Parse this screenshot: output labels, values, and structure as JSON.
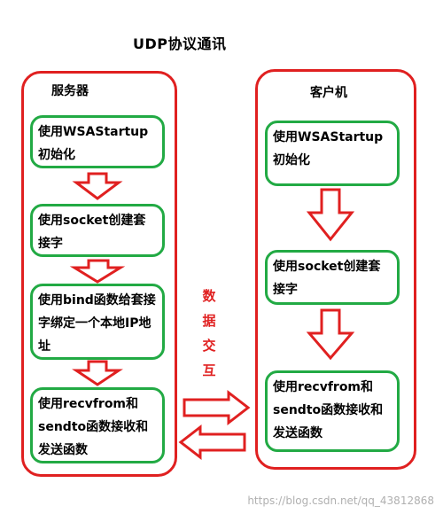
{
  "title": "UDP协议通讯",
  "server": {
    "label": "服务器",
    "steps": [
      "使用WSAStartup初始化",
      "使用socket创建套接字",
      "使用bind函数给套接字绑定一个本地IP地址",
      "使用recvfrom和sendto函数接收和发送函数"
    ]
  },
  "client": {
    "label": "客户机",
    "steps": [
      "使用WSAStartup初始化",
      "使用socket创建套接字",
      "使用recvfrom和sendto函数接收和发送函数"
    ]
  },
  "exchange": {
    "chars": [
      "数",
      "据",
      "交",
      "互"
    ]
  },
  "watermark": "https://blog.csdn.net/qq_43812868",
  "colors": {
    "panel_border": "#e02020",
    "step_border": "#22aa44",
    "arrow": "#e02020"
  }
}
